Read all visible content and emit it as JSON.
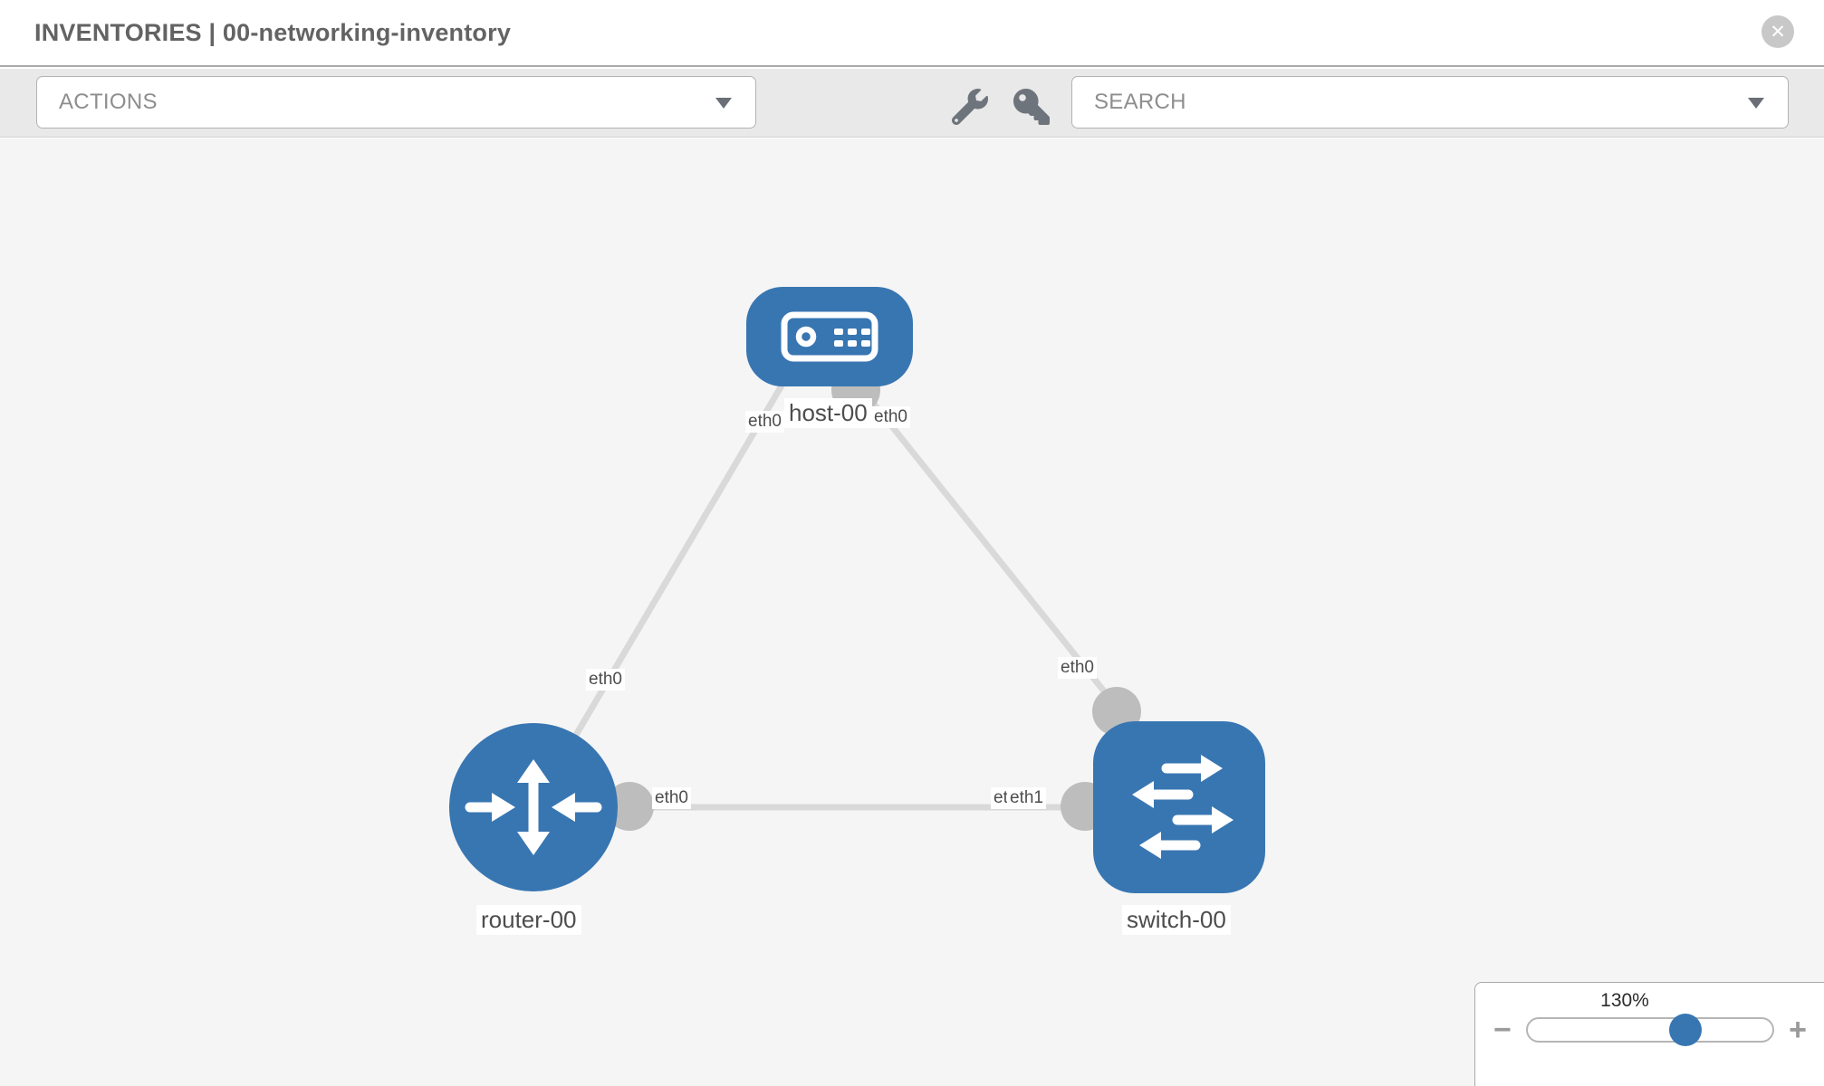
{
  "header": {
    "title": "INVENTORIES | 00-networking-inventory",
    "close_glyph": "✕"
  },
  "toolbar": {
    "actions_dropdown": {
      "label": "ACTIONS"
    },
    "search_dropdown": {
      "label": "SEARCH"
    },
    "icons": [
      "wrench-icon",
      "key-icon"
    ]
  },
  "topology": {
    "nodes": [
      {
        "id": "host-00",
        "type": "host",
        "label": "host-00"
      },
      {
        "id": "router-00",
        "type": "router",
        "label": "router-00"
      },
      {
        "id": "switch-00",
        "type": "switch",
        "label": "switch-00"
      }
    ],
    "links": [
      {
        "from": "router-00",
        "to": "host-00",
        "from_iface": "eth0",
        "to_iface": "eth0"
      },
      {
        "from": "host-00",
        "to": "switch-00",
        "from_iface": "eth0",
        "to_iface": "eth0"
      },
      {
        "from": "router-00",
        "to": "switch-00",
        "from_iface": "eth0",
        "to_iface": "eth1"
      }
    ],
    "iface_labels": {
      "host_left": "eth0",
      "host_right": "eth0",
      "link_router_host": "eth0",
      "link_host_switch": "eth0",
      "router_mid": "eth0",
      "switch_mid_back": "eth0",
      "switch_mid_front": "eth1"
    }
  },
  "zoom_control": {
    "level": "130%",
    "percent": 64.5,
    "minus_glyph": "−",
    "plus_glyph": "+"
  },
  "colors": {
    "node-blue": "#3876b2",
    "link-gray": "#d9d9d9",
    "connector-gray": "#bdbdbd",
    "canvas-bg": "#f5f5f5",
    "toolbar-bg": "#e9e9e9",
    "label-text": "#4d4d4d",
    "muted-text": "#8e8e8e",
    "title-text": "#636363",
    "icon-slate": "#6e747c",
    "border-gray": "#b3b3b3"
  }
}
